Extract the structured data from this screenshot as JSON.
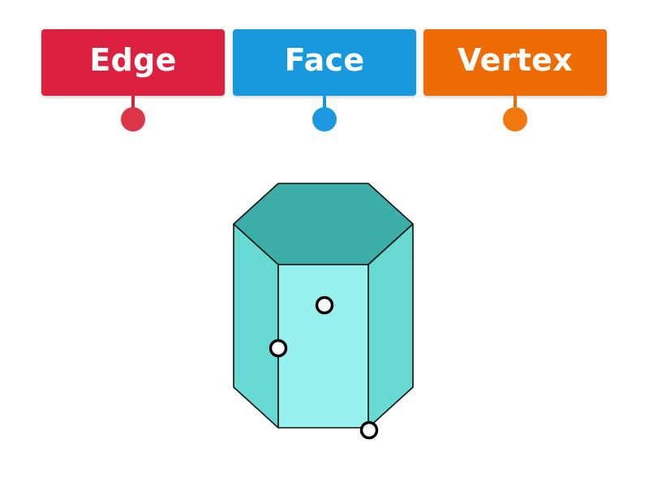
{
  "labels": [
    {
      "text": "Edge",
      "color": "#dc2040",
      "dot_color": "#dc3547"
    },
    {
      "text": "Face",
      "color": "#1797dd",
      "dot_color": "#1b98df"
    },
    {
      "text": "Vertex",
      "color": "#ef6c05",
      "dot_color": "#f0780f"
    }
  ],
  "shape": {
    "name": "hexagonal-prism",
    "top_color": "#3caea8",
    "side_color": "#67dad4",
    "front_color": "#98f1ec",
    "stroke_color": "#111111"
  },
  "targets_count": 3
}
